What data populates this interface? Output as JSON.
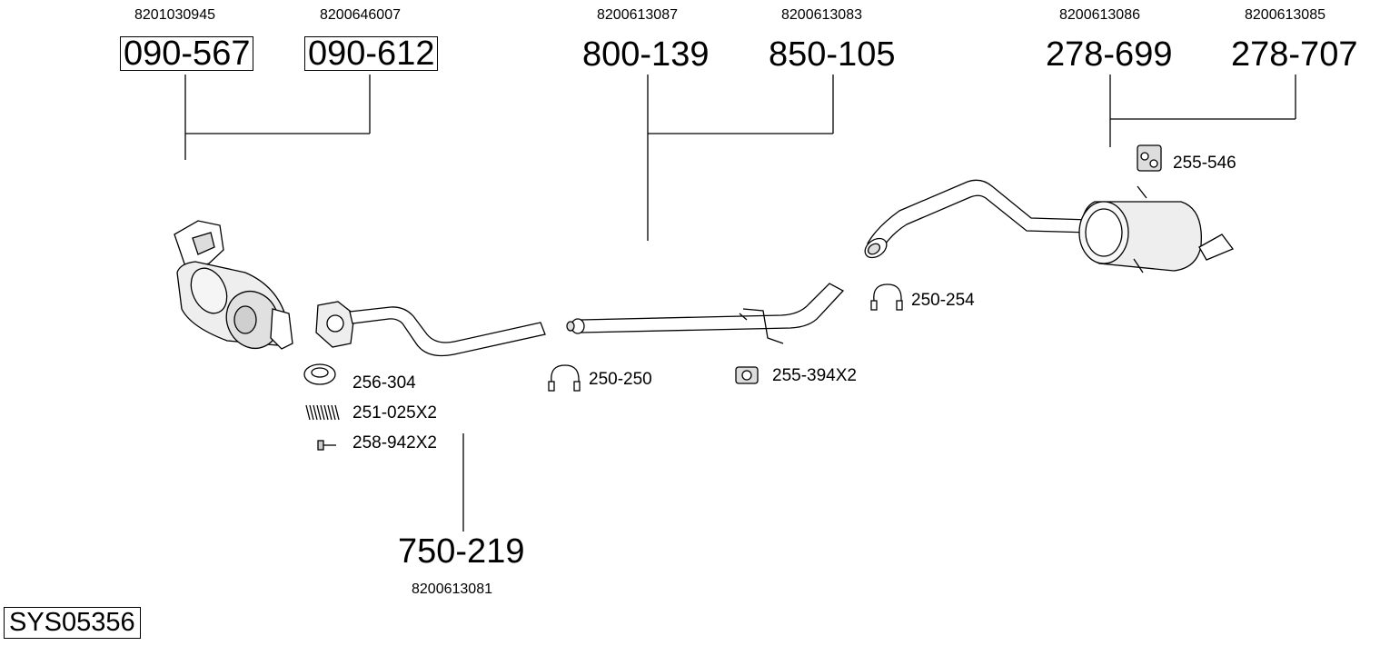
{
  "diagram": {
    "system_code": "SYS05356",
    "parts": [
      {
        "id": "catalytic-converter",
        "ref": "090-567",
        "oem": "8201030945"
      },
      {
        "id": "fitting-kit",
        "ref": "090-612",
        "oem": "8200646007"
      },
      {
        "id": "front-pipe",
        "ref": "750-219",
        "oem": "8200613081"
      },
      {
        "id": "middle-pipe",
        "ref": "800-139",
        "oem": "8200613087"
      },
      {
        "id": "middle-pipe-alt",
        "ref": "850-105",
        "oem": "8200613083"
      },
      {
        "id": "rear-silencer",
        "ref": "278-699",
        "oem": "8200613086"
      },
      {
        "id": "rear-silencer-alt",
        "ref": "278-707",
        "oem": "8200613085"
      }
    ],
    "accessories": [
      {
        "id": "gasket",
        "ref": "256-304"
      },
      {
        "id": "spring",
        "ref": "251-025X2"
      },
      {
        "id": "bolt",
        "ref": "258-942X2"
      },
      {
        "id": "clamp-front",
        "ref": "250-250"
      },
      {
        "id": "rubber-mount-mid",
        "ref": "255-394X2"
      },
      {
        "id": "clamp-rear",
        "ref": "250-254"
      },
      {
        "id": "rubber-mount-rear",
        "ref": "255-546"
      }
    ]
  }
}
